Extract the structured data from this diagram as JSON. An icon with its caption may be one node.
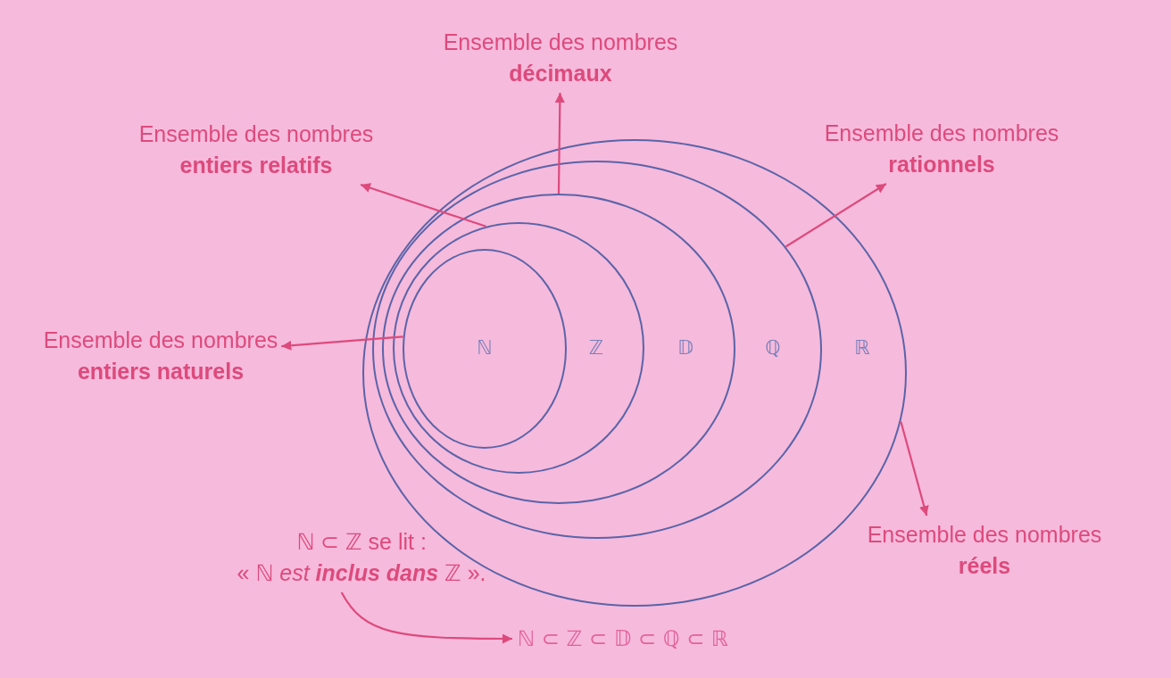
{
  "diagram": {
    "nodes": [
      {
        "text": [
          "ℝ"
        ]
      },
      {
        "text": [
          "ℚ"
        ],
        "in": 0
      },
      {
        "text": [
          "𝔻"
        ],
        "in": 1
      },
      {
        "text": [
          "ℤ"
        ],
        "in": 2
      },
      {
        "text": [
          "ℕ"
        ],
        "in": 3
      },
      {
        "text": [
          "Ensemble des nombres",
          "décimaux"
        ]
      },
      {
        "text": [
          "Ensemble des nombres",
          "entiers relatifs"
        ]
      },
      {
        "text": [
          "Ensemble des nombres",
          "rationnels"
        ]
      },
      {
        "text": [
          "Ensemble des nombres",
          "entiers naturels"
        ]
      },
      {
        "text": [
          "Ensemble des nombres",
          "réels"
        ]
      },
      {
        "text": [
          "ℕ ⊂ ℤ se lit :",
          "« ℕ *est* **inclus dans** ℤ »."
        ]
      },
      {
        "text": [
          "ℕ ⊂ ℤ ⊂ 𝔻 ⊂ ℚ ⊂ ℝ"
        ]
      }
    ],
    "edges": [
      {
        "from": 2,
        "to": 5,
        "arrow": "to"
      },
      {
        "from": 3,
        "to": 6,
        "arrow": "to"
      },
      {
        "from": 1,
        "to": 7,
        "arrow": "to"
      },
      {
        "from": 4,
        "to": 8,
        "arrow": "to"
      },
      {
        "from": 0,
        "to": 9,
        "arrow": "to"
      },
      {
        "from": 10,
        "to": 11,
        "arrow": "to"
      }
    ]
  }
}
